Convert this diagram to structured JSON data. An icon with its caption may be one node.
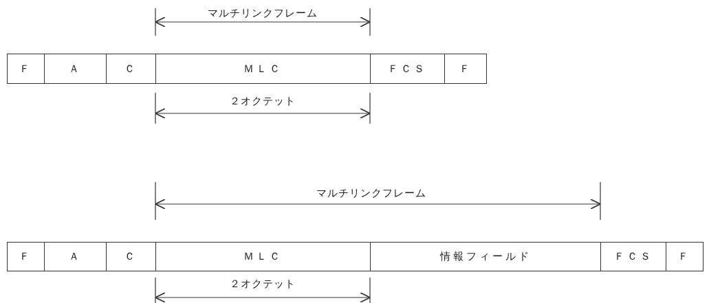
{
  "diagram": {
    "nodes": [
      {
        "text": [
          "Ｆ"
        ]
      },
      {
        "text": [
          "Ａ"
        ]
      },
      {
        "text": [
          "Ｃ"
        ]
      },
      {
        "text": [
          "ＭＬＣ"
        ]
      },
      {
        "text": [
          "ＦＣＳ"
        ]
      },
      {
        "text": [
          "Ｆ"
        ]
      },
      {
        "text": [
          "Ｆ"
        ]
      },
      {
        "text": [
          "Ａ"
        ]
      },
      {
        "text": [
          "Ｃ"
        ]
      },
      {
        "text": [
          "ＭＬＣ"
        ]
      },
      {
        "text": [
          "情報フィールド"
        ]
      },
      {
        "text": [
          "ＦＣＳ"
        ]
      },
      {
        "text": [
          "Ｆ"
        ]
      }
    ],
    "edges": [],
    "labels": [
      "マルチリンクフレーム",
      "２オクテット",
      "マルチリンクフレーム",
      "２オクテット"
    ]
  }
}
